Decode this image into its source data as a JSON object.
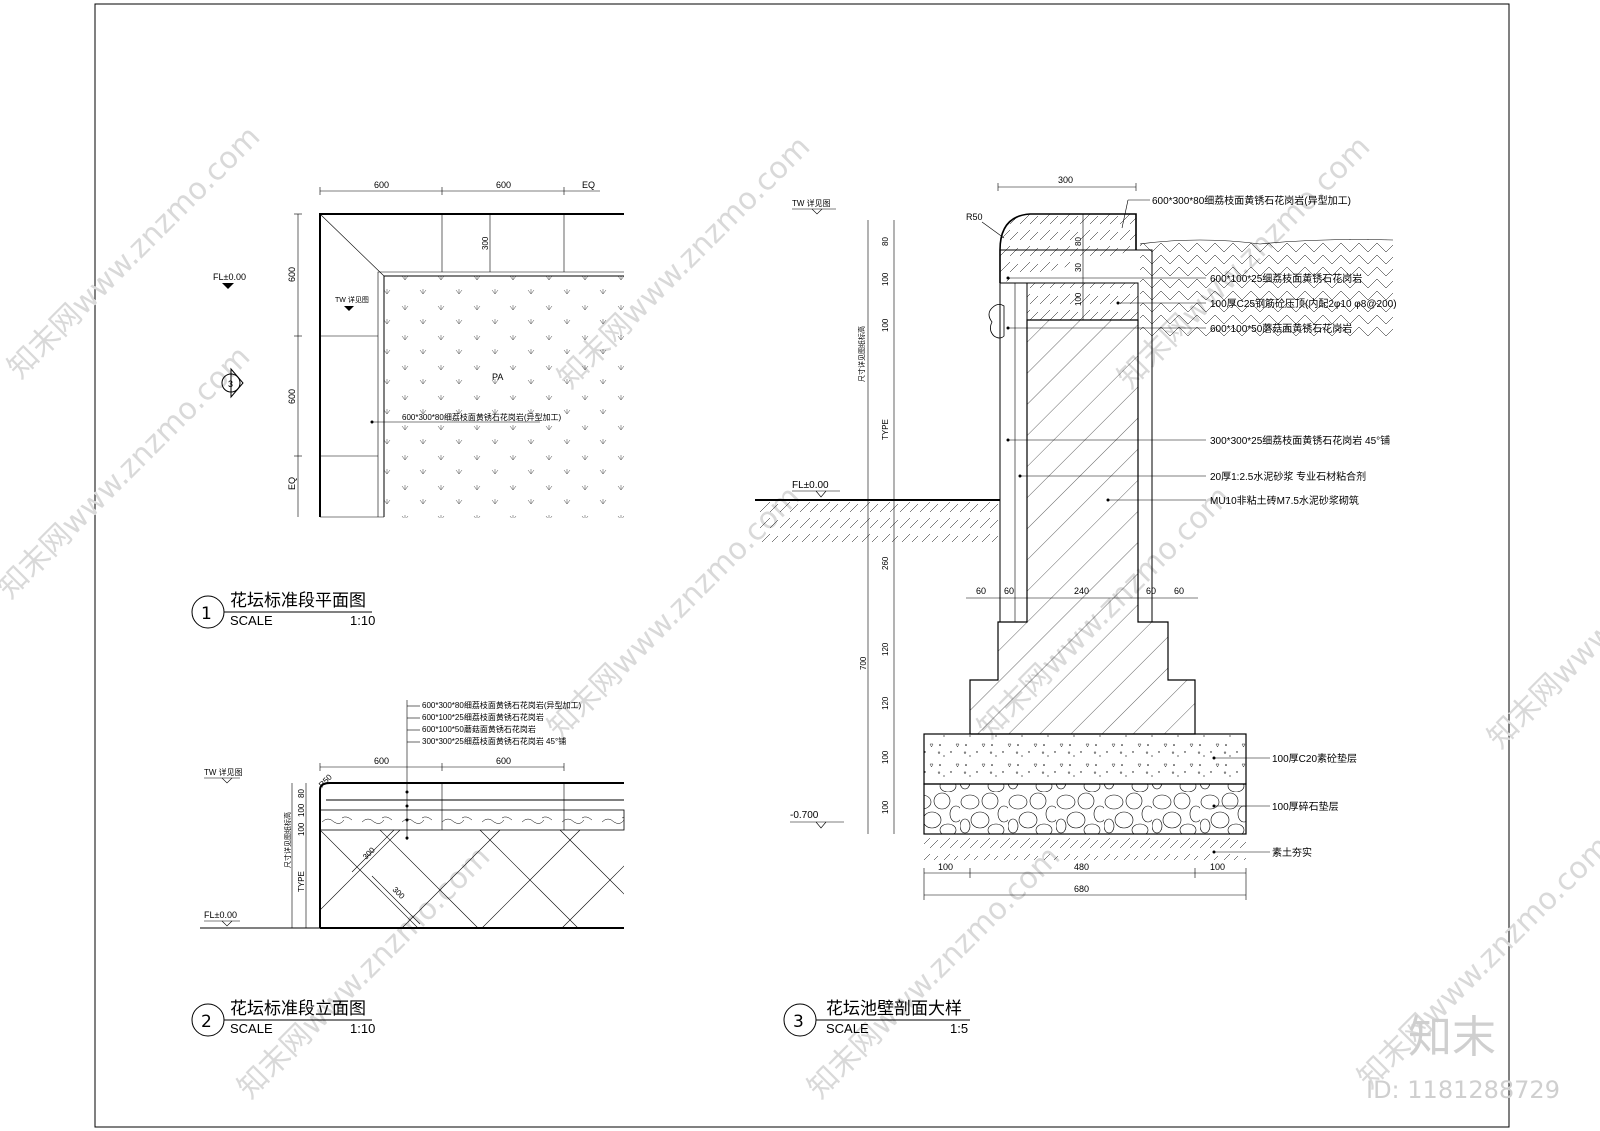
{
  "watermark": {
    "text": "知末网www.znzmo.com",
    "brand": "知末",
    "id": "ID: 1181288729"
  },
  "drawing1": {
    "number": "1",
    "title": "花坛标准段平面图",
    "scale_label": "SCALE",
    "scale_value": "1:10",
    "dims_top": [
      "600",
      "600",
      "EQ"
    ],
    "dims_left": [
      "600",
      "600",
      "EQ"
    ],
    "dim_inner": "300",
    "level": "FL±0.00",
    "tw_label": "TW 详见图",
    "pa_label": "PA",
    "section_mark": "3",
    "callout": "600*300*80细荔枝面黄锈石花岗岩(异型加工)"
  },
  "drawing2": {
    "number": "2",
    "title": "花坛标准段立面图",
    "scale_label": "SCALE",
    "scale_value": "1:10",
    "callouts": [
      "600*300*80细荔枝面黄锈石花岗岩(异型加工)",
      "600*100*25细荔枝面黄锈石花岗岩",
      "600*100*50蘑菇面黄锈石花岗岩",
      "300*300*25细荔枝面黄锈石花岗岩 45°铺"
    ],
    "dims_top": [
      "600",
      "600"
    ],
    "dims_side": [
      "80",
      "100",
      "100",
      "TYPE"
    ],
    "diag_dims": [
      "300",
      "300"
    ],
    "radius": "R50",
    "tw_label": "TW 详见图",
    "level": "FL±0.00",
    "side_note": "尺寸详见图纸标高"
  },
  "drawing3": {
    "number": "3",
    "title": "花坛池壁剖面大样",
    "scale_label": "SCALE",
    "scale_value": "1:5",
    "top_dim": "300",
    "radius": "R50",
    "tw_label": "TW 详见图",
    "level_top": "FL±0.00",
    "level_bottom": "-0.700",
    "side_note": "尺寸详见图纸标高",
    "left_dims": [
      "80",
      "100",
      "100",
      "TYPE",
      "260",
      "120",
      "120",
      "100",
      "100"
    ],
    "left_total": "700",
    "inner_dims": [
      "80",
      "30",
      "100"
    ],
    "mid_dims": [
      "60",
      "60",
      "240",
      "60",
      "60"
    ],
    "bottom_dims": [
      "100",
      "480",
      "100"
    ],
    "bottom_total": "680",
    "callouts": [
      "600*300*80细荔枝面黄锈石花岗岩(异型加工)",
      "600*100*25细荔枝面黄锈石花岗岩",
      "100厚C25钢筋砼压顶(内配2φ10 φ8@200)",
      "600*100*50蘑菇面黄锈石花岗岩",
      "300*300*25细荔枝面黄锈石花岗岩 45°铺",
      "20厚1:2.5水泥砂浆 专业石材粘合剂",
      "MU10非粘土砖M7.5水泥砂浆砌筑",
      "100厚C20素砼垫层",
      "100厚碎石垫层",
      "素土夯实"
    ]
  }
}
